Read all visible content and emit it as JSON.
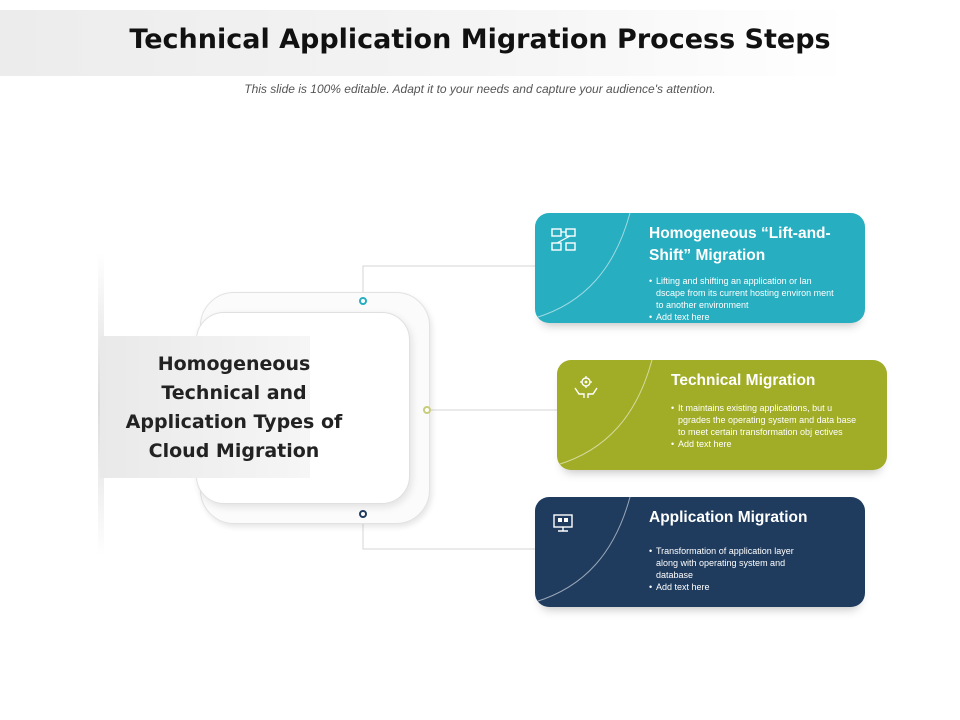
{
  "header": {
    "title": "Technical Application Migration Process Steps",
    "subtitle": "This slide is 100% editable. Adapt it to your needs and capture your audience's attention."
  },
  "center": {
    "label": "Homogeneous Technical and Application Types of Cloud Migration"
  },
  "cards": [
    {
      "title": "Homogeneous “Lift-and-Shift” Migration",
      "bullets": [
        "Lifting and shifting an application or lan dscape from its current hosting environ ment to another environment",
        "Add text here"
      ],
      "color": "#27aec0",
      "icon": "network-diagram-icon"
    },
    {
      "title": "Technical Migration",
      "bullets": [
        "It maintains existing applications, but u pgrades the operating system and data base to meet certain transformation obj ectives",
        "Add text here"
      ],
      "color": "#a1ad26",
      "icon": "hands-gear-icon"
    },
    {
      "title": "Application Migration",
      "bullets": [
        "Transformation of application layer along with operating system and database",
        "Add text here"
      ],
      "color": "#1f3c5f",
      "icon": "computer-monitor-icon"
    }
  ],
  "colors": {
    "connector": "#d6d6d6",
    "center_text": "#222222"
  }
}
